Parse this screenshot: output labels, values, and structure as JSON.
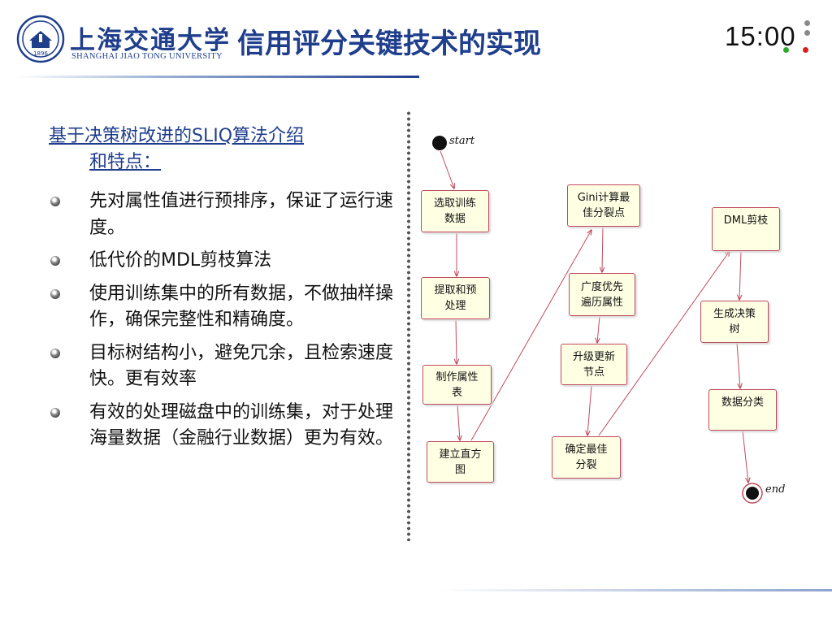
{
  "header": {
    "logo_cn": "上海交通大学",
    "logo_en": "SHANGHAI JIAO TONG UNIVERSITY",
    "logo_seal_text": "1896",
    "title": "信用评分关键技术的实现",
    "timer": "15:00"
  },
  "content": {
    "intro_line1": "基于决策树改进的SLIQ算法介绍",
    "intro_line2": "和特点：",
    "bullets": [
      "先对属性值进行预排序，保证了运行速度。",
      "低代价的MDL剪枝算法",
      "使用训练集中的所有数据，不做抽样操作，确保完整性和精确度。",
      "目标树结构小，避免冗余，且检索速度快。更有效率",
      "有效的处理磁盘中的训练集，对于处理海量数据（金融行业数据）更为有效。"
    ]
  },
  "diagram": {
    "start_label": "start",
    "end_label": "end",
    "nodes": {
      "select": "选取训练\n数据",
      "extract": "提取和预\n处理",
      "attr_table": "制作属性\n表",
      "histogram": "建立直方\n图",
      "gini": "Gini计算最\n佳分裂点",
      "bfs": "广度优先\n遍历属性",
      "update": "升级更新\n节点",
      "best_split": "确定最佳\n分裂",
      "dml": "DML剪枝",
      "gen_tree": "生成决策\n树",
      "classify": "数据分类"
    }
  },
  "colors": {
    "title": "#1f3e8c",
    "node_fill": "#ffffe4",
    "node_border": "#c04a5e",
    "arrow": "#c04a5e"
  }
}
